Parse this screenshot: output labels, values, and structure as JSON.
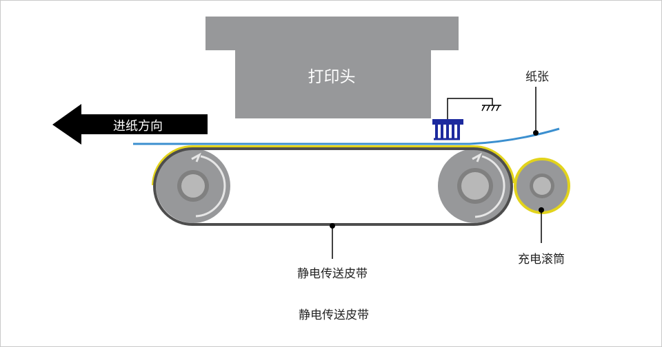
{
  "diagram": {
    "print_head_label": "打印头",
    "feed_direction_label": "进纸方向",
    "paper_label": "纸张",
    "charge_roller_label": "充电滚筒",
    "belt_label": "静电传送皮带",
    "caption": "静电传送皮带"
  },
  "colors": {
    "print_head": "#97989a",
    "arrow": "#000000",
    "paper": "#3b8fcf",
    "belt": "#4d4d4d",
    "charge_layer": "#e2d31c",
    "roller_outer": "#97989a",
    "roller_ring": "#808080",
    "roller_hub": "#b8b8b8",
    "rotation_arrow": "#e6e6e6",
    "brush": "#1c2a9e",
    "leader": "#000000",
    "text_dark": "#222222",
    "text_light": "#ffffff"
  },
  "icons": {
    "ground": "ground-symbol-icon",
    "rotation": "counterclockwise-arrow-icon",
    "brush": "discharge-brush-icon"
  }
}
